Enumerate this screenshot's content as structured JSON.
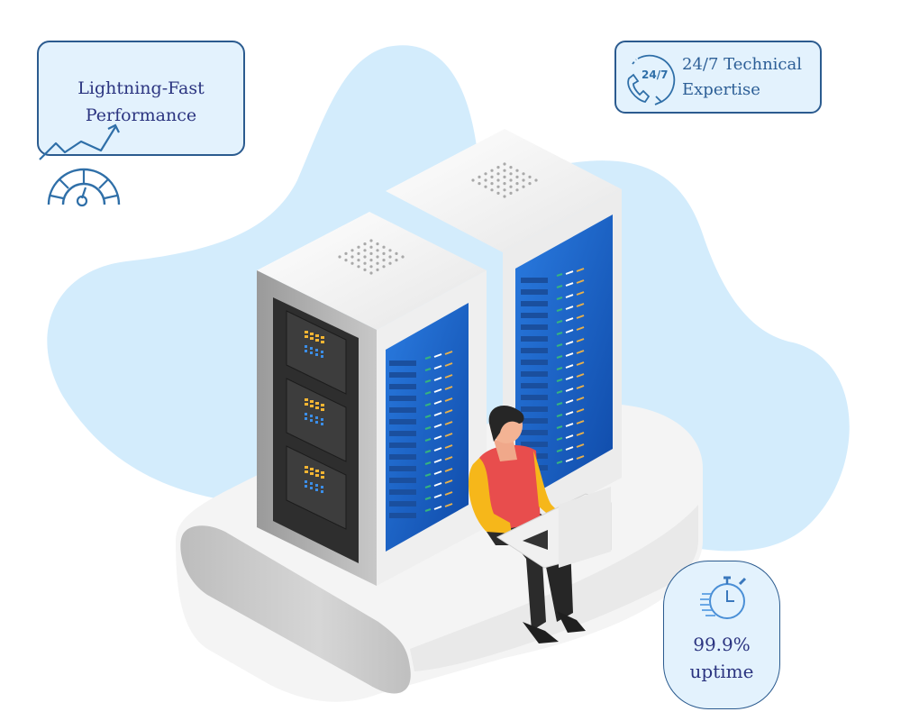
{
  "illustration": {
    "subject": "isometric server racks with technician on laptop",
    "colors": {
      "blob": "#d3ecfc",
      "card_fill": "#e3f2fd",
      "card_border": "#2b5b8f",
      "text_dark": "#2b3480",
      "text_blue": "#2c5e96",
      "icon_blue": "#2f6fa8",
      "rack_blue": "#1e5fc1",
      "shirt_red": "#e84d4d",
      "sleeve_yellow": "#f6b71a"
    }
  },
  "features": {
    "performance": {
      "line1": "Lightning-Fast",
      "line2": "Performance",
      "icons": [
        "trend-arrow-icon",
        "speedometer-icon"
      ]
    },
    "support": {
      "line1": "24/7 Technical",
      "line2": "Expertise",
      "icon": "phone-24-7-icon",
      "icon_label": "24/7"
    },
    "uptime": {
      "line1": "99.9%",
      "line2": "uptime",
      "icon": "stopwatch-icon"
    }
  }
}
